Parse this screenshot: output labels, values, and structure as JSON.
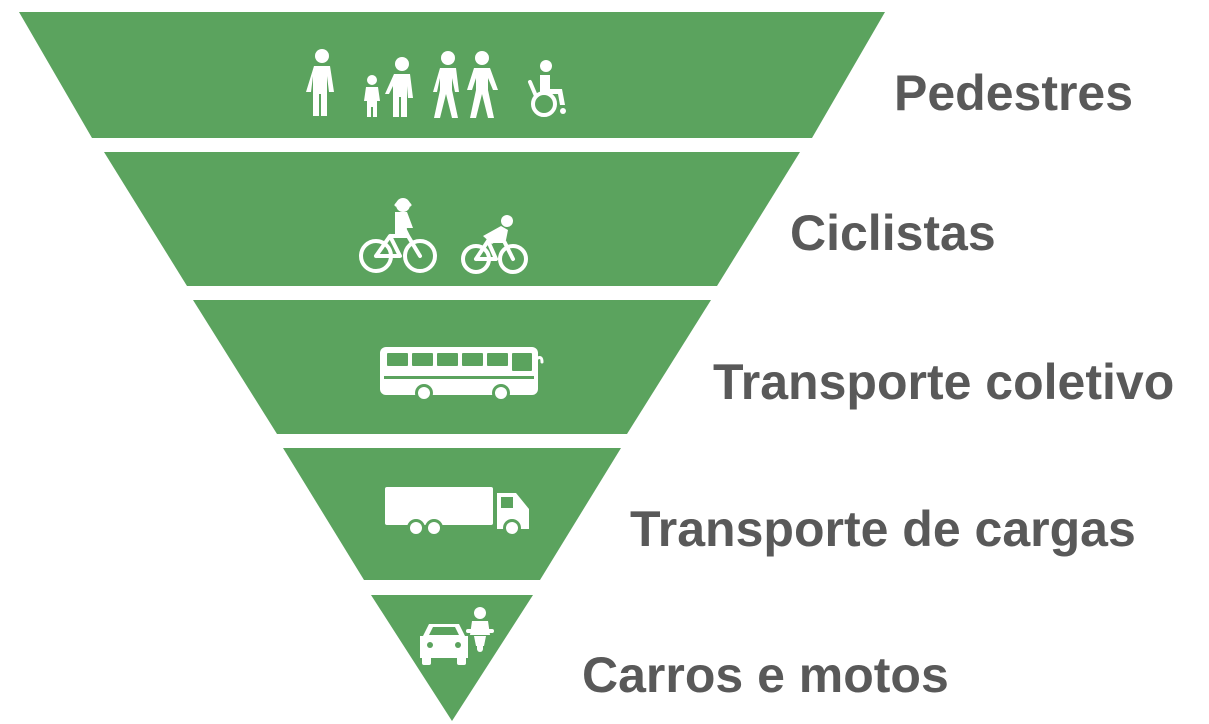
{
  "diagram": {
    "type": "inverted-pyramid",
    "fill_color": "#5ba35e",
    "label_color": "#595959",
    "tiers": [
      {
        "label": "Pedestres",
        "icons": [
          "pedestrian-icon",
          "parent-child-icon",
          "couple-walking-icon",
          "wheelchair-icon"
        ]
      },
      {
        "label": "Ciclistas",
        "icons": [
          "cyclist-icon",
          "cyclist-icon"
        ]
      },
      {
        "label": "Transporte coletivo",
        "icons": [
          "bus-icon"
        ]
      },
      {
        "label": "Transporte de cargas",
        "icons": [
          "truck-icon"
        ]
      },
      {
        "label": "Carros e motos",
        "icons": [
          "car-icon",
          "motorcycle-icon"
        ]
      }
    ]
  }
}
